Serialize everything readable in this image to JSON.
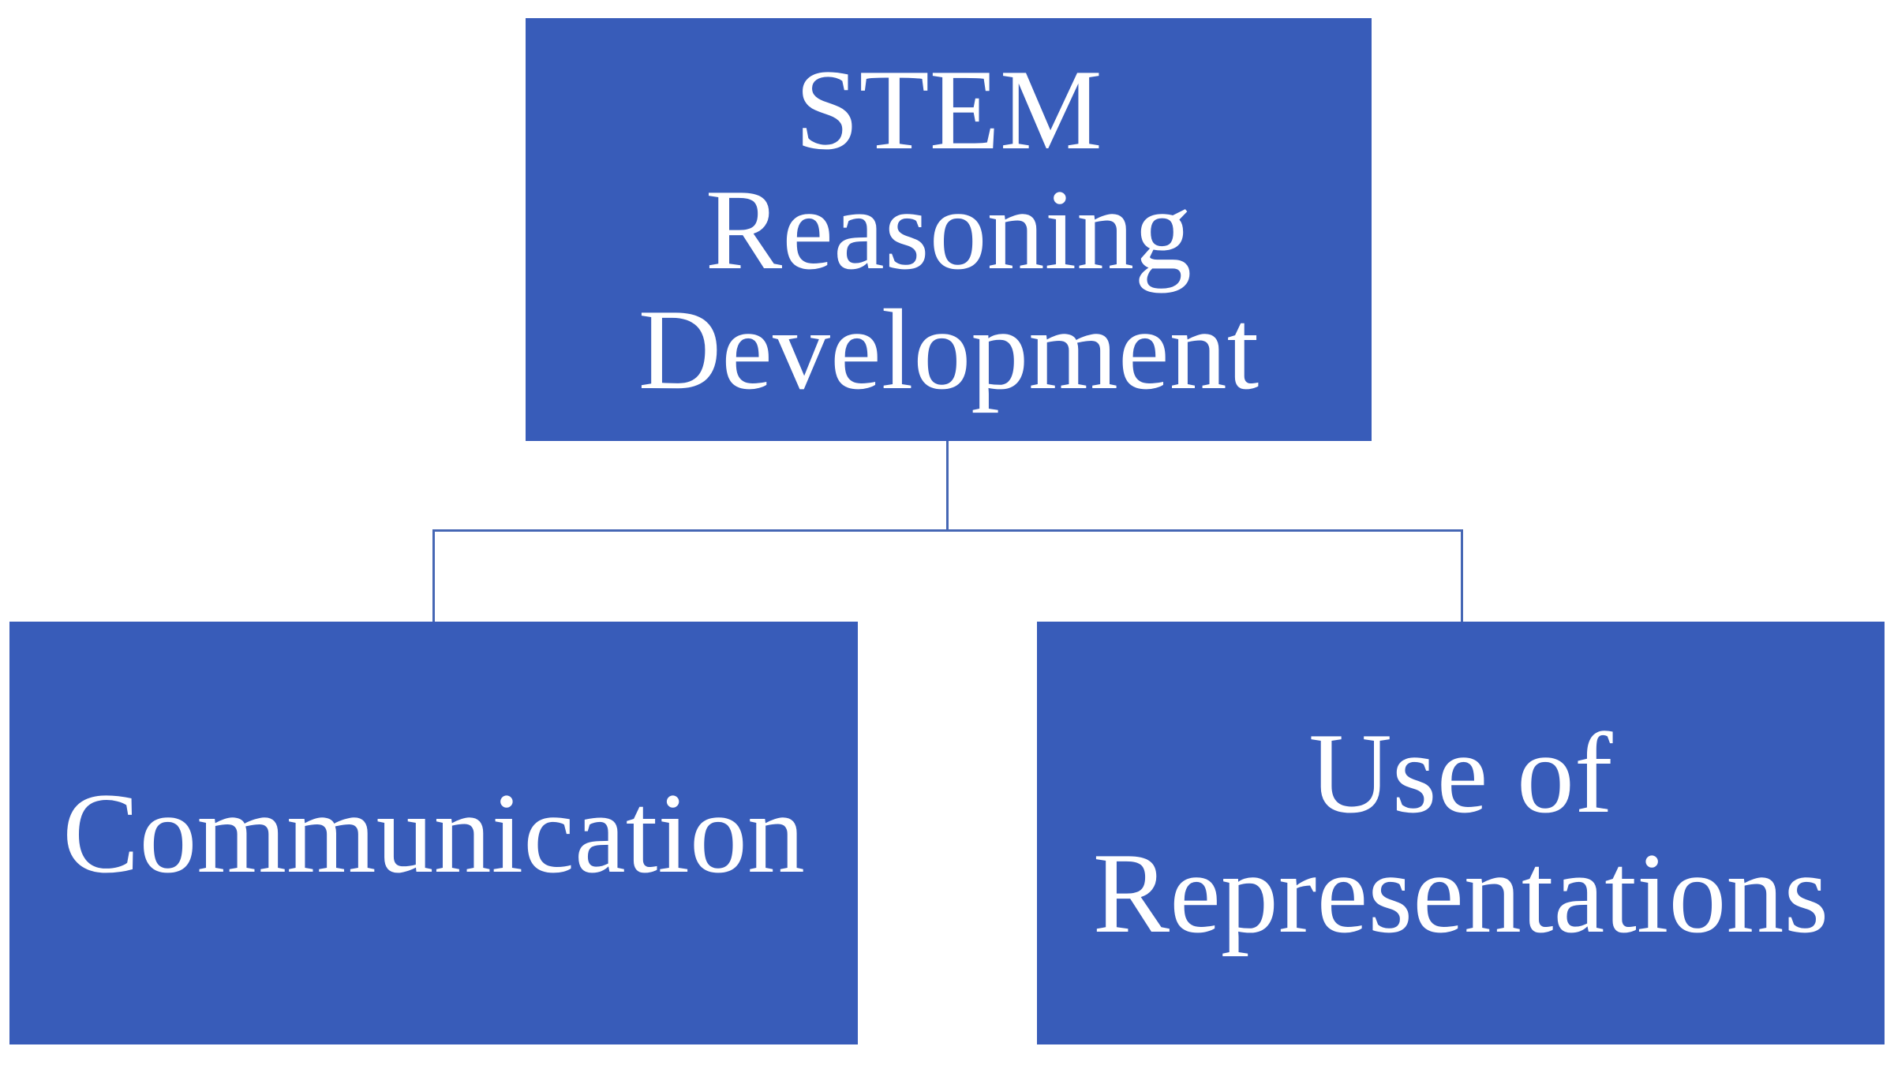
{
  "diagram": {
    "root": {
      "lines": [
        "STEM",
        "Reasoning",
        "Development"
      ]
    },
    "children": [
      {
        "lines": [
          "Communication"
        ]
      },
      {
        "lines": [
          "Use of",
          "Representations"
        ]
      }
    ],
    "colors": {
      "box_fill": "#385cb9",
      "text": "#ffffff",
      "connector": "#4667b4"
    }
  }
}
